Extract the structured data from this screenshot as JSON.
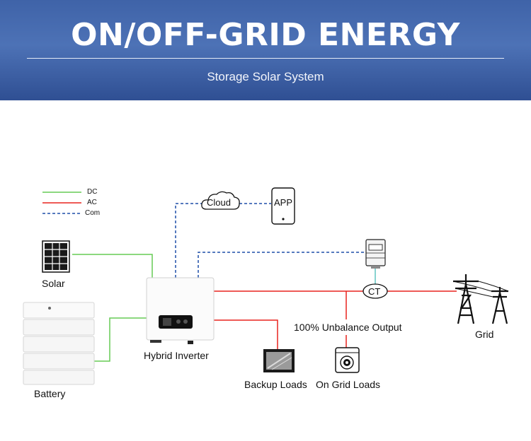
{
  "header": {
    "title": "ON/OFF-GRID ENERGY",
    "subtitle": "Storage Solar System"
  },
  "legend": {
    "dc": "DC",
    "ac": "AC",
    "com": "Com"
  },
  "nodes": {
    "cloud": "Cloud",
    "app": "APP",
    "solar": "Solar",
    "battery": "Battery",
    "inverter": "Hybrid Inverter",
    "ct": "CT",
    "grid": "Grid",
    "backup_loads": "Backup Loads",
    "on_grid_loads": "On Grid Loads",
    "unbalance_output": "100% Unbalance Output"
  },
  "colors": {
    "dc": "#66cc55",
    "ac": "#e8231e",
    "com": "#1f4fa8",
    "banner": "#3f63a8"
  }
}
